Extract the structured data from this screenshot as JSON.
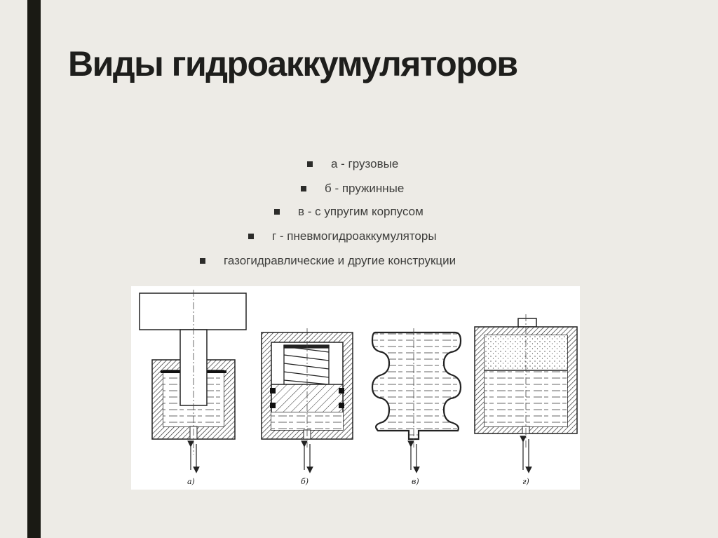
{
  "slide": {
    "title": "Виды гидроаккумуляторов"
  },
  "bullets": [
    {
      "text": "а -  грузовые"
    },
    {
      "text": "б - пружинные"
    },
    {
      "text": "в - с упругим корпусом"
    },
    {
      "text": "г - пневмогидроаккумуляторы"
    },
    {
      "text": "газогидравлические и другие конструкции"
    }
  ],
  "figure": {
    "captions": [
      "а)",
      "б)",
      "в)",
      "г)"
    ]
  }
}
